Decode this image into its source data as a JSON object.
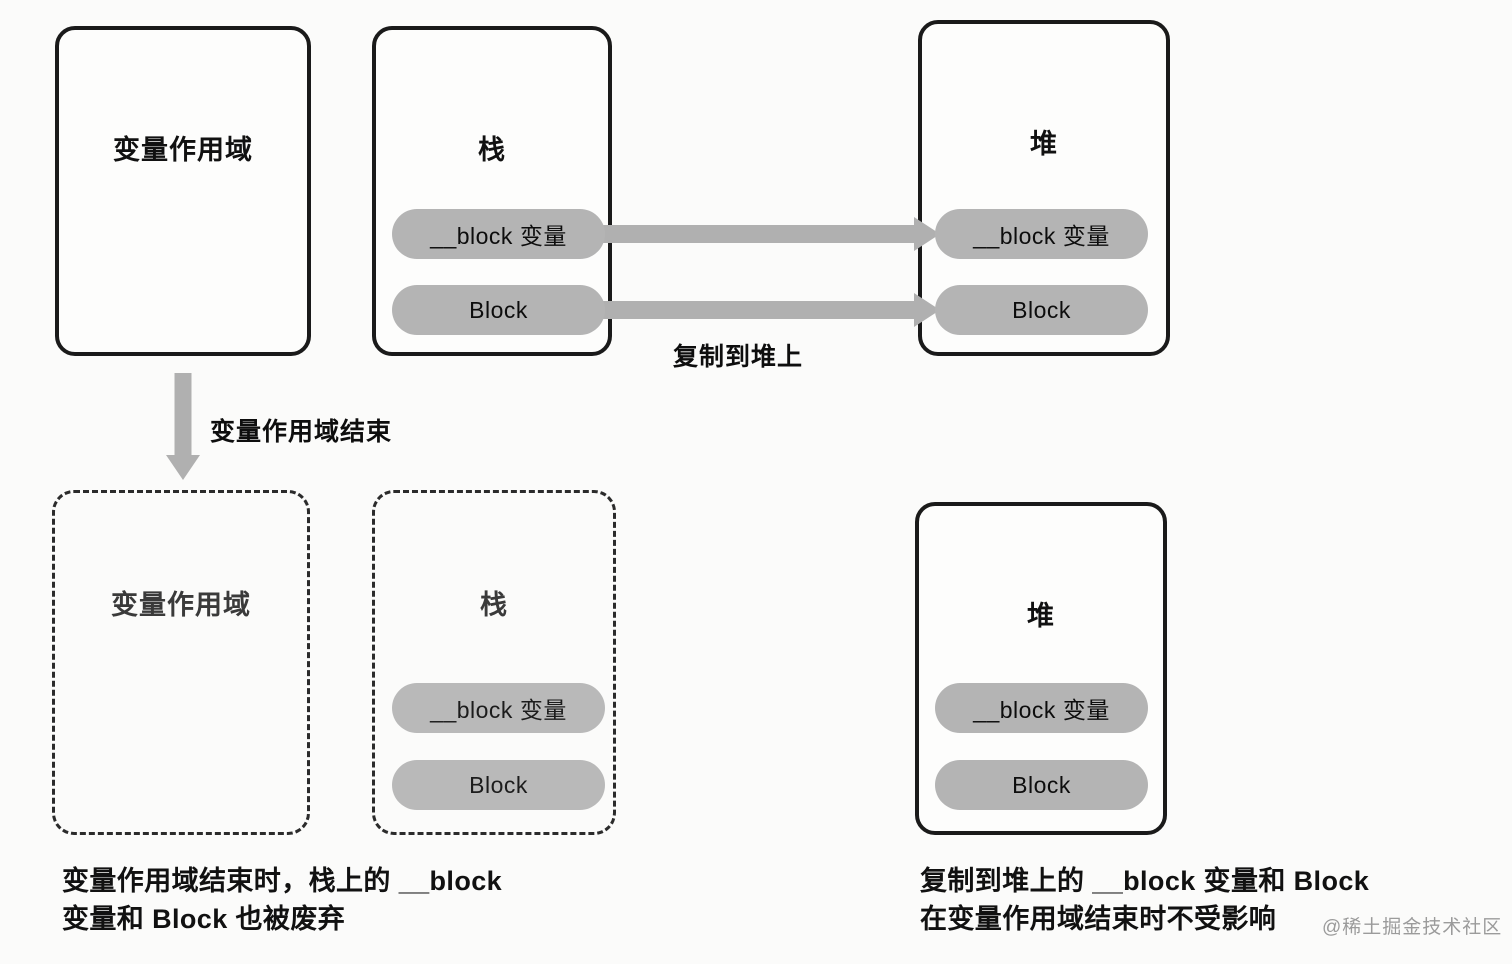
{
  "diagram": {
    "top_row": {
      "scope_box": {
        "title": "变量作用域"
      },
      "stack_box": {
        "title": "栈",
        "items": [
          {
            "label": "__block 变量"
          },
          {
            "label": "Block"
          }
        ]
      },
      "heap_box": {
        "title": "堆",
        "items": [
          {
            "label": "__block 变量"
          },
          {
            "label": "Block"
          }
        ]
      },
      "copy_arrow_label": "复制到堆上"
    },
    "transition": {
      "label": "变量作用域结束"
    },
    "bottom_row": {
      "scope_box": {
        "title": "变量作用域"
      },
      "stack_box": {
        "title": "栈",
        "items": [
          {
            "label": "__block 变量"
          },
          {
            "label": "Block"
          }
        ]
      },
      "heap_box": {
        "title": "堆",
        "items": [
          {
            "label": "__block 变量"
          },
          {
            "label": "Block"
          }
        ]
      }
    },
    "captions": {
      "left": {
        "line1": "变量作用域结束时，栈上的 __block",
        "line2": "变量和 Block 也被废弃"
      },
      "right": {
        "line1": "复制到堆上的 __block 变量和 Block",
        "line2": "在变量作用域结束时不受影响"
      }
    },
    "watermark": "@稀土掘金技术社区",
    "colors": {
      "box_border": "#1a1a1a",
      "pill_fill": "#b4b4b4",
      "arrow_fill": "#b0b0b0",
      "text": "#111111"
    }
  }
}
